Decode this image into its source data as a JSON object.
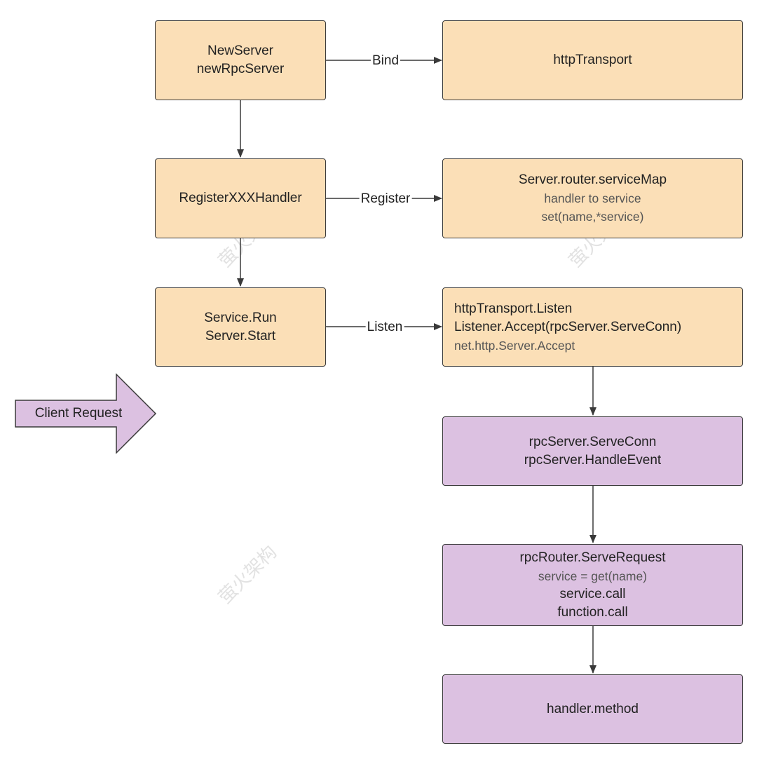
{
  "nodes": {
    "new_server": [
      "NewServer",
      "newRpcServer"
    ],
    "http_transport": [
      "httpTransport"
    ],
    "register_handler": [
      "RegisterXXXHandler"
    ],
    "service_map": {
      "title": "Server.router.serviceMap",
      "subs": [
        "handler to service",
        "set(name,*service)"
      ]
    },
    "service_run": [
      "Service.Run",
      "Server.Start"
    ],
    "listen_box": {
      "lines": [
        "httpTransport.Listen",
        "Listener.Accept(rpcServer.ServeConn)"
      ],
      "sub": "net.http.Server.Accept"
    },
    "serve_conn": [
      "rpcServer.ServeConn",
      "rpcServer.HandleEvent"
    ],
    "serve_request": {
      "title": "rpcRouter.ServeRequest",
      "sub": "service = get(name)",
      "lines": [
        "service.call",
        "function.call"
      ]
    },
    "handler_method": [
      "handler.method"
    ]
  },
  "edges": {
    "bind": "Bind",
    "register": "Register",
    "listen": "Listen"
  },
  "client_request": "Client Request",
  "watermark": "萤火架构",
  "colors": {
    "orange": "#fbdfb7",
    "purple": "#dcc1e1",
    "stroke": "#3a3a3a"
  }
}
